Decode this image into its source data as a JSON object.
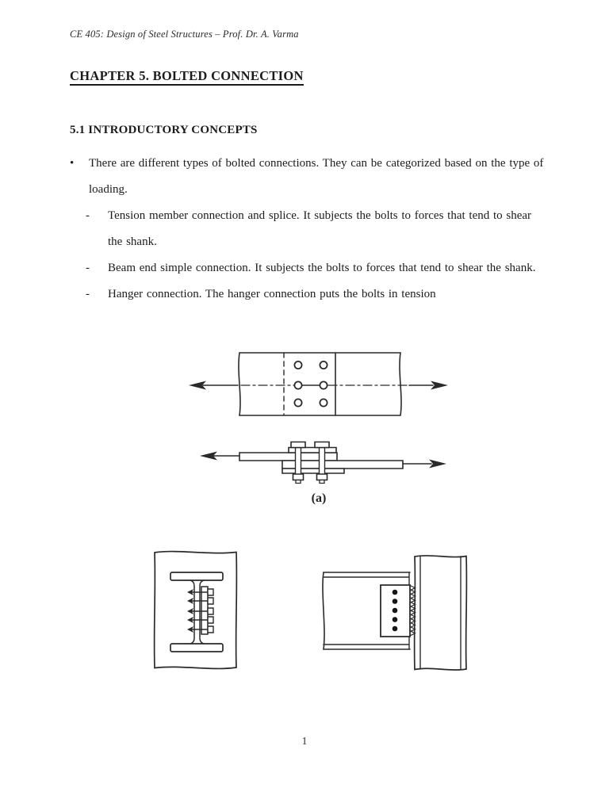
{
  "page": {
    "header": "CE 405: Design of Steel Structures – Prof. Dr. A. Varma",
    "chapter_title": "CHAPTER 5. BOLTED CONNECTION",
    "section_heading": "5.1 INTRODUCTORY CONCEPTS",
    "page_number": "1"
  },
  "content": {
    "bullet": {
      "marker": "•",
      "line1": "There are different types of bolted connections. They can be categorized based on the type of",
      "line2": "loading."
    },
    "sub_bullets": [
      {
        "marker": "-",
        "line1": "Tension member connection and splice. It subjects the bolts to forces that tend to shear",
        "line2": "the shank."
      },
      {
        "marker": "-",
        "line1": "Beam end simple connection. It subjects the bolts to forces that tend to shear the shank."
      },
      {
        "marker": "-",
        "line1": "Hanger connection. The hanger connection puts the bolts in tension"
      }
    ],
    "figure_a_label": "(a)"
  },
  "colors": {
    "ink": "#2a2a2a",
    "text": "#1c1c1c",
    "paper": "#ffffff"
  }
}
